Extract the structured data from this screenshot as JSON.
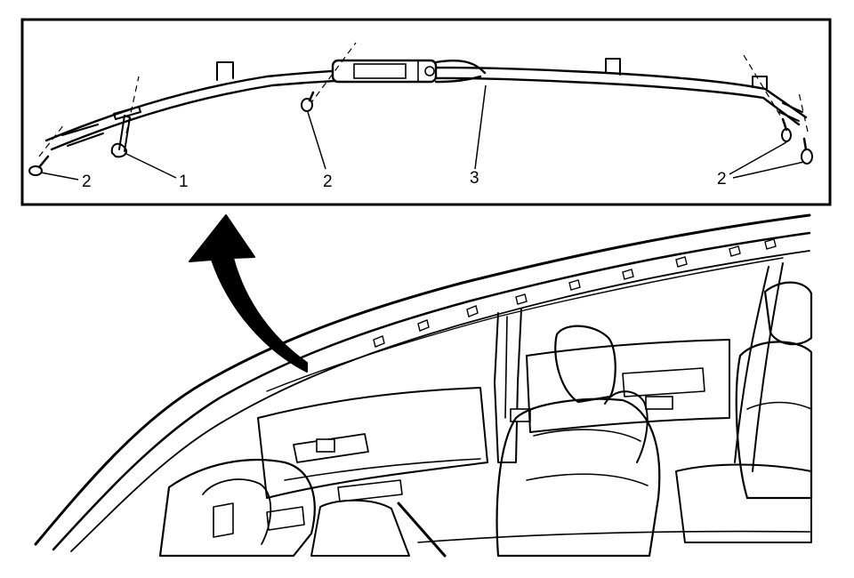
{
  "detail_view": {
    "callouts": [
      {
        "id": "fastener-left-end",
        "label": "2"
      },
      {
        "id": "side-airbag-tether",
        "label": "1"
      },
      {
        "id": "fastener-center",
        "label": "2"
      },
      {
        "id": "roof-rail-airbag",
        "label": "3"
      },
      {
        "id": "fasteners-right",
        "label": "2"
      }
    ]
  },
  "colors": {
    "line": "#000000",
    "background": "#ffffff",
    "fill": "#ffffff"
  }
}
